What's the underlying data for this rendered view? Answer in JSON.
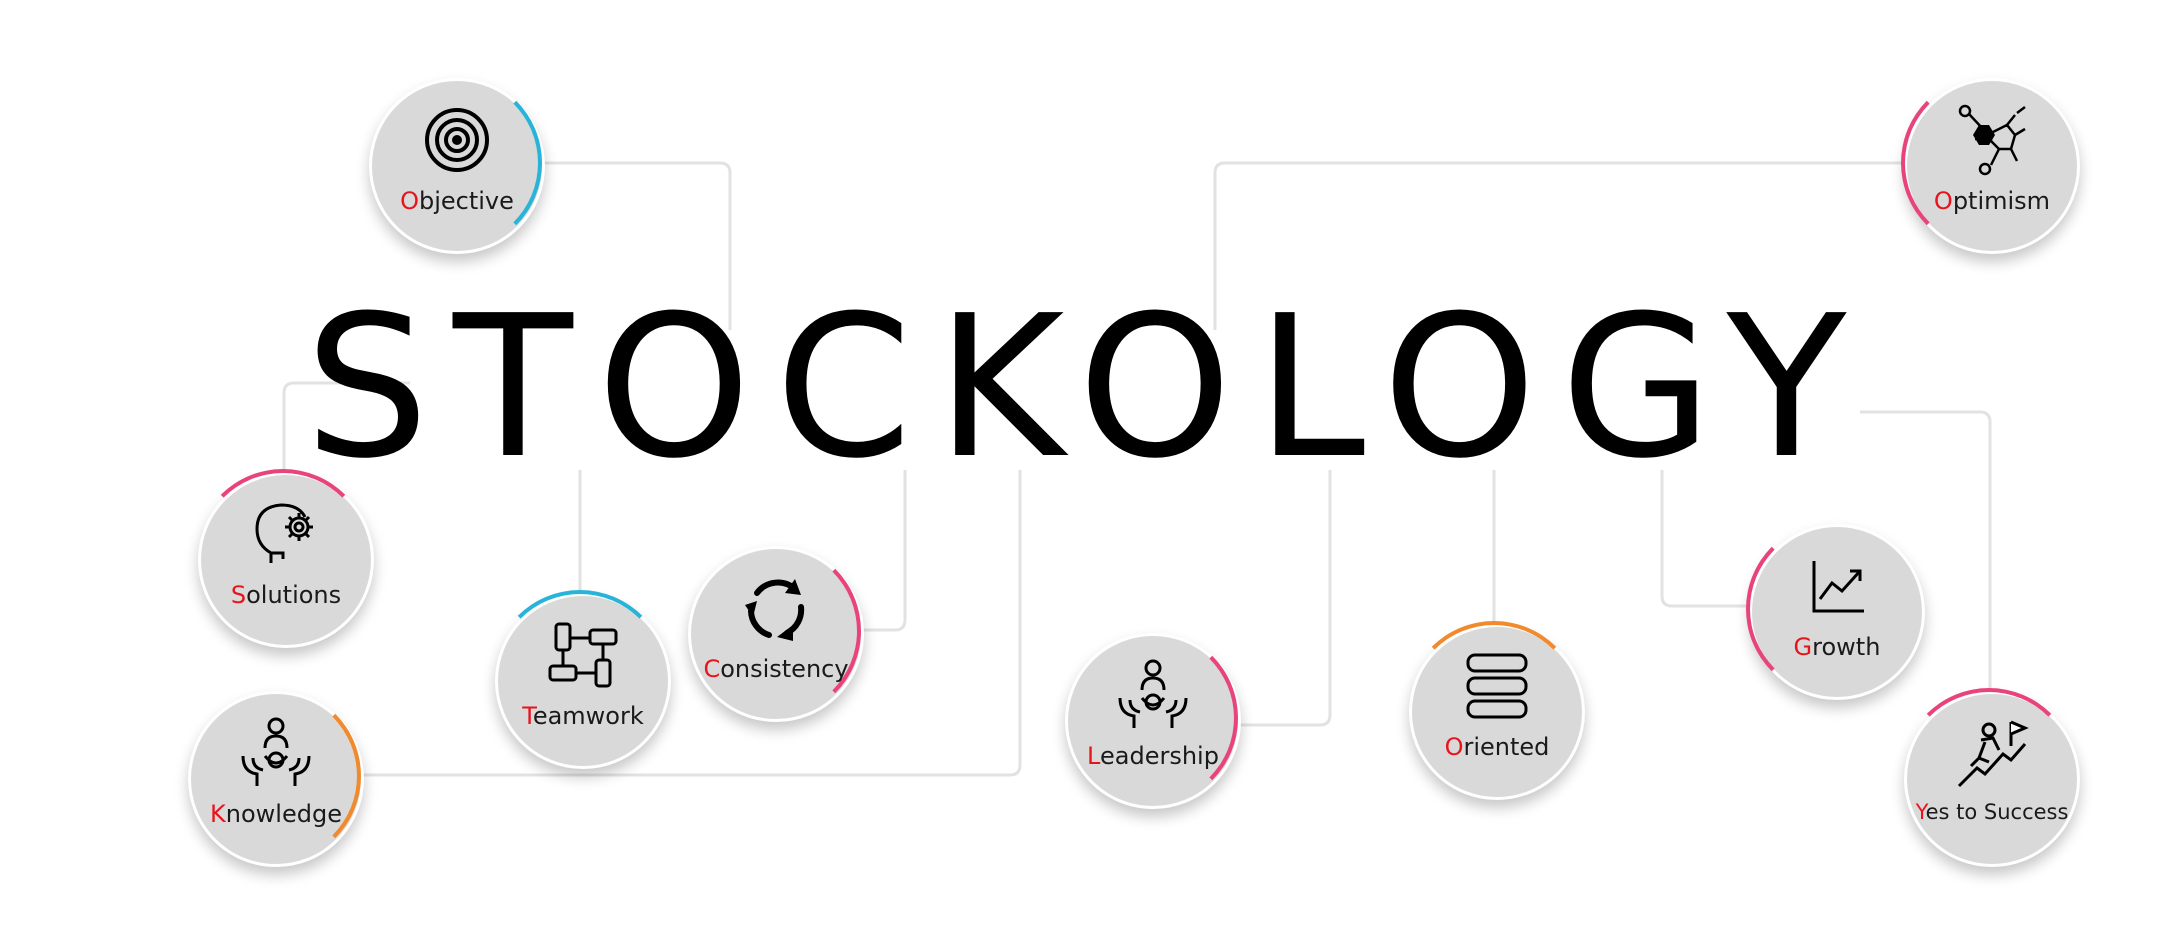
{
  "title": "STOCKOLOGY",
  "colors": {
    "accent": "#e8141c",
    "node_fill": "#d9d9d9",
    "connector": "#e2e2e2"
  },
  "nodes": [
    {
      "id": "objective",
      "initial": "O",
      "rest": "bjective",
      "icon": "target-icon"
    },
    {
      "id": "solutions",
      "initial": "S",
      "rest": "olutions",
      "icon": "head-gear-icon"
    },
    {
      "id": "teamwork",
      "initial": "T",
      "rest": "eamwork",
      "icon": "joined-hands-icon"
    },
    {
      "id": "consistency",
      "initial": "C",
      "rest": "onsistency",
      "icon": "refresh-cycle-icon"
    },
    {
      "id": "knowledge",
      "initial": "K",
      "rest": "nowledge",
      "icon": "person-hands-icon"
    },
    {
      "id": "leadership",
      "initial": "L",
      "rest": "eadership",
      "icon": "leader-hands-icon"
    },
    {
      "id": "oriented",
      "initial": "O",
      "rest": "riented",
      "icon": "stacked-bars-icon"
    },
    {
      "id": "growth",
      "initial": "G",
      "rest": "rowth",
      "icon": "growth-chart-icon"
    },
    {
      "id": "optimism",
      "initial": "O",
      "rest": "ptimism",
      "icon": "molecule-icon"
    },
    {
      "id": "yes-to-success",
      "initial": "Y",
      "rest": "es to Success",
      "icon": "climber-flag-icon"
    }
  ]
}
